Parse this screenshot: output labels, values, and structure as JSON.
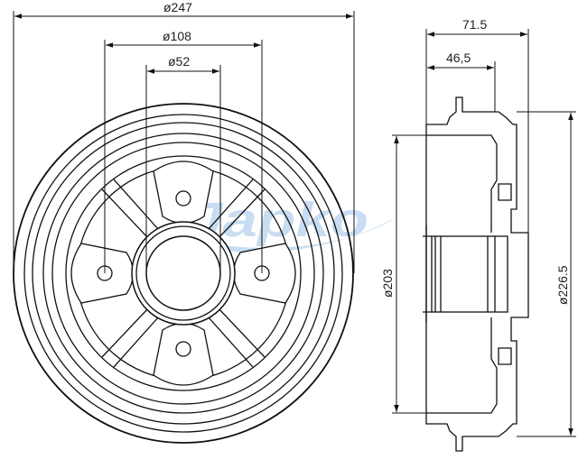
{
  "drawing": {
    "front_view": {
      "dim_outer": "ø247",
      "dim_bolt_circle": "ø108",
      "dim_center_bore": "ø52",
      "bolt_holes": 4,
      "spokes": 8
    },
    "side_view": {
      "dim_total_height": "71.5",
      "dim_hub_height": "46,5",
      "dim_drum_inner": "ø203",
      "dim_drum_outer": "ø226.5"
    },
    "watermark": {
      "brand": "Japko",
      "color": "#9cc3e6"
    }
  }
}
